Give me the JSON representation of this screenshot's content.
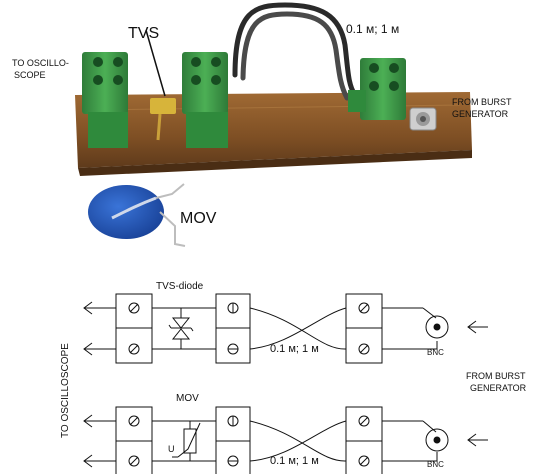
{
  "photo": {
    "label_tvs": "TVS",
    "label_length": "0.1 м; 1 м",
    "label_to_osc_1": "TO OSCILLO-",
    "label_to_osc_2": "SCOPE",
    "label_from_burst_1": "FROM BURST",
    "label_from_burst_2": "GENERATOR",
    "label_mov": "MOV"
  },
  "schematic": {
    "tvs_title": "TVS-diode",
    "mov_title": "MOV",
    "cable_length_top": "0.1 м; 1 м",
    "cable_length_bottom": "0.1 м; 1 м",
    "bnc_top": "BNC",
    "bnc_bottom": "BNC",
    "to_oscilloscope": "TO OSCILLOSCOPE",
    "from_burst_1": "FROM BURST",
    "from_burst_2": "GENERATOR",
    "u_label": "U"
  },
  "colors": {
    "terminal_green": "#3f9b4a",
    "board_brown": "#8a5a2a",
    "mov_blue": "#2257b8",
    "tvs_yellow": "#d7b43a",
    "wire_black": "#222222"
  }
}
